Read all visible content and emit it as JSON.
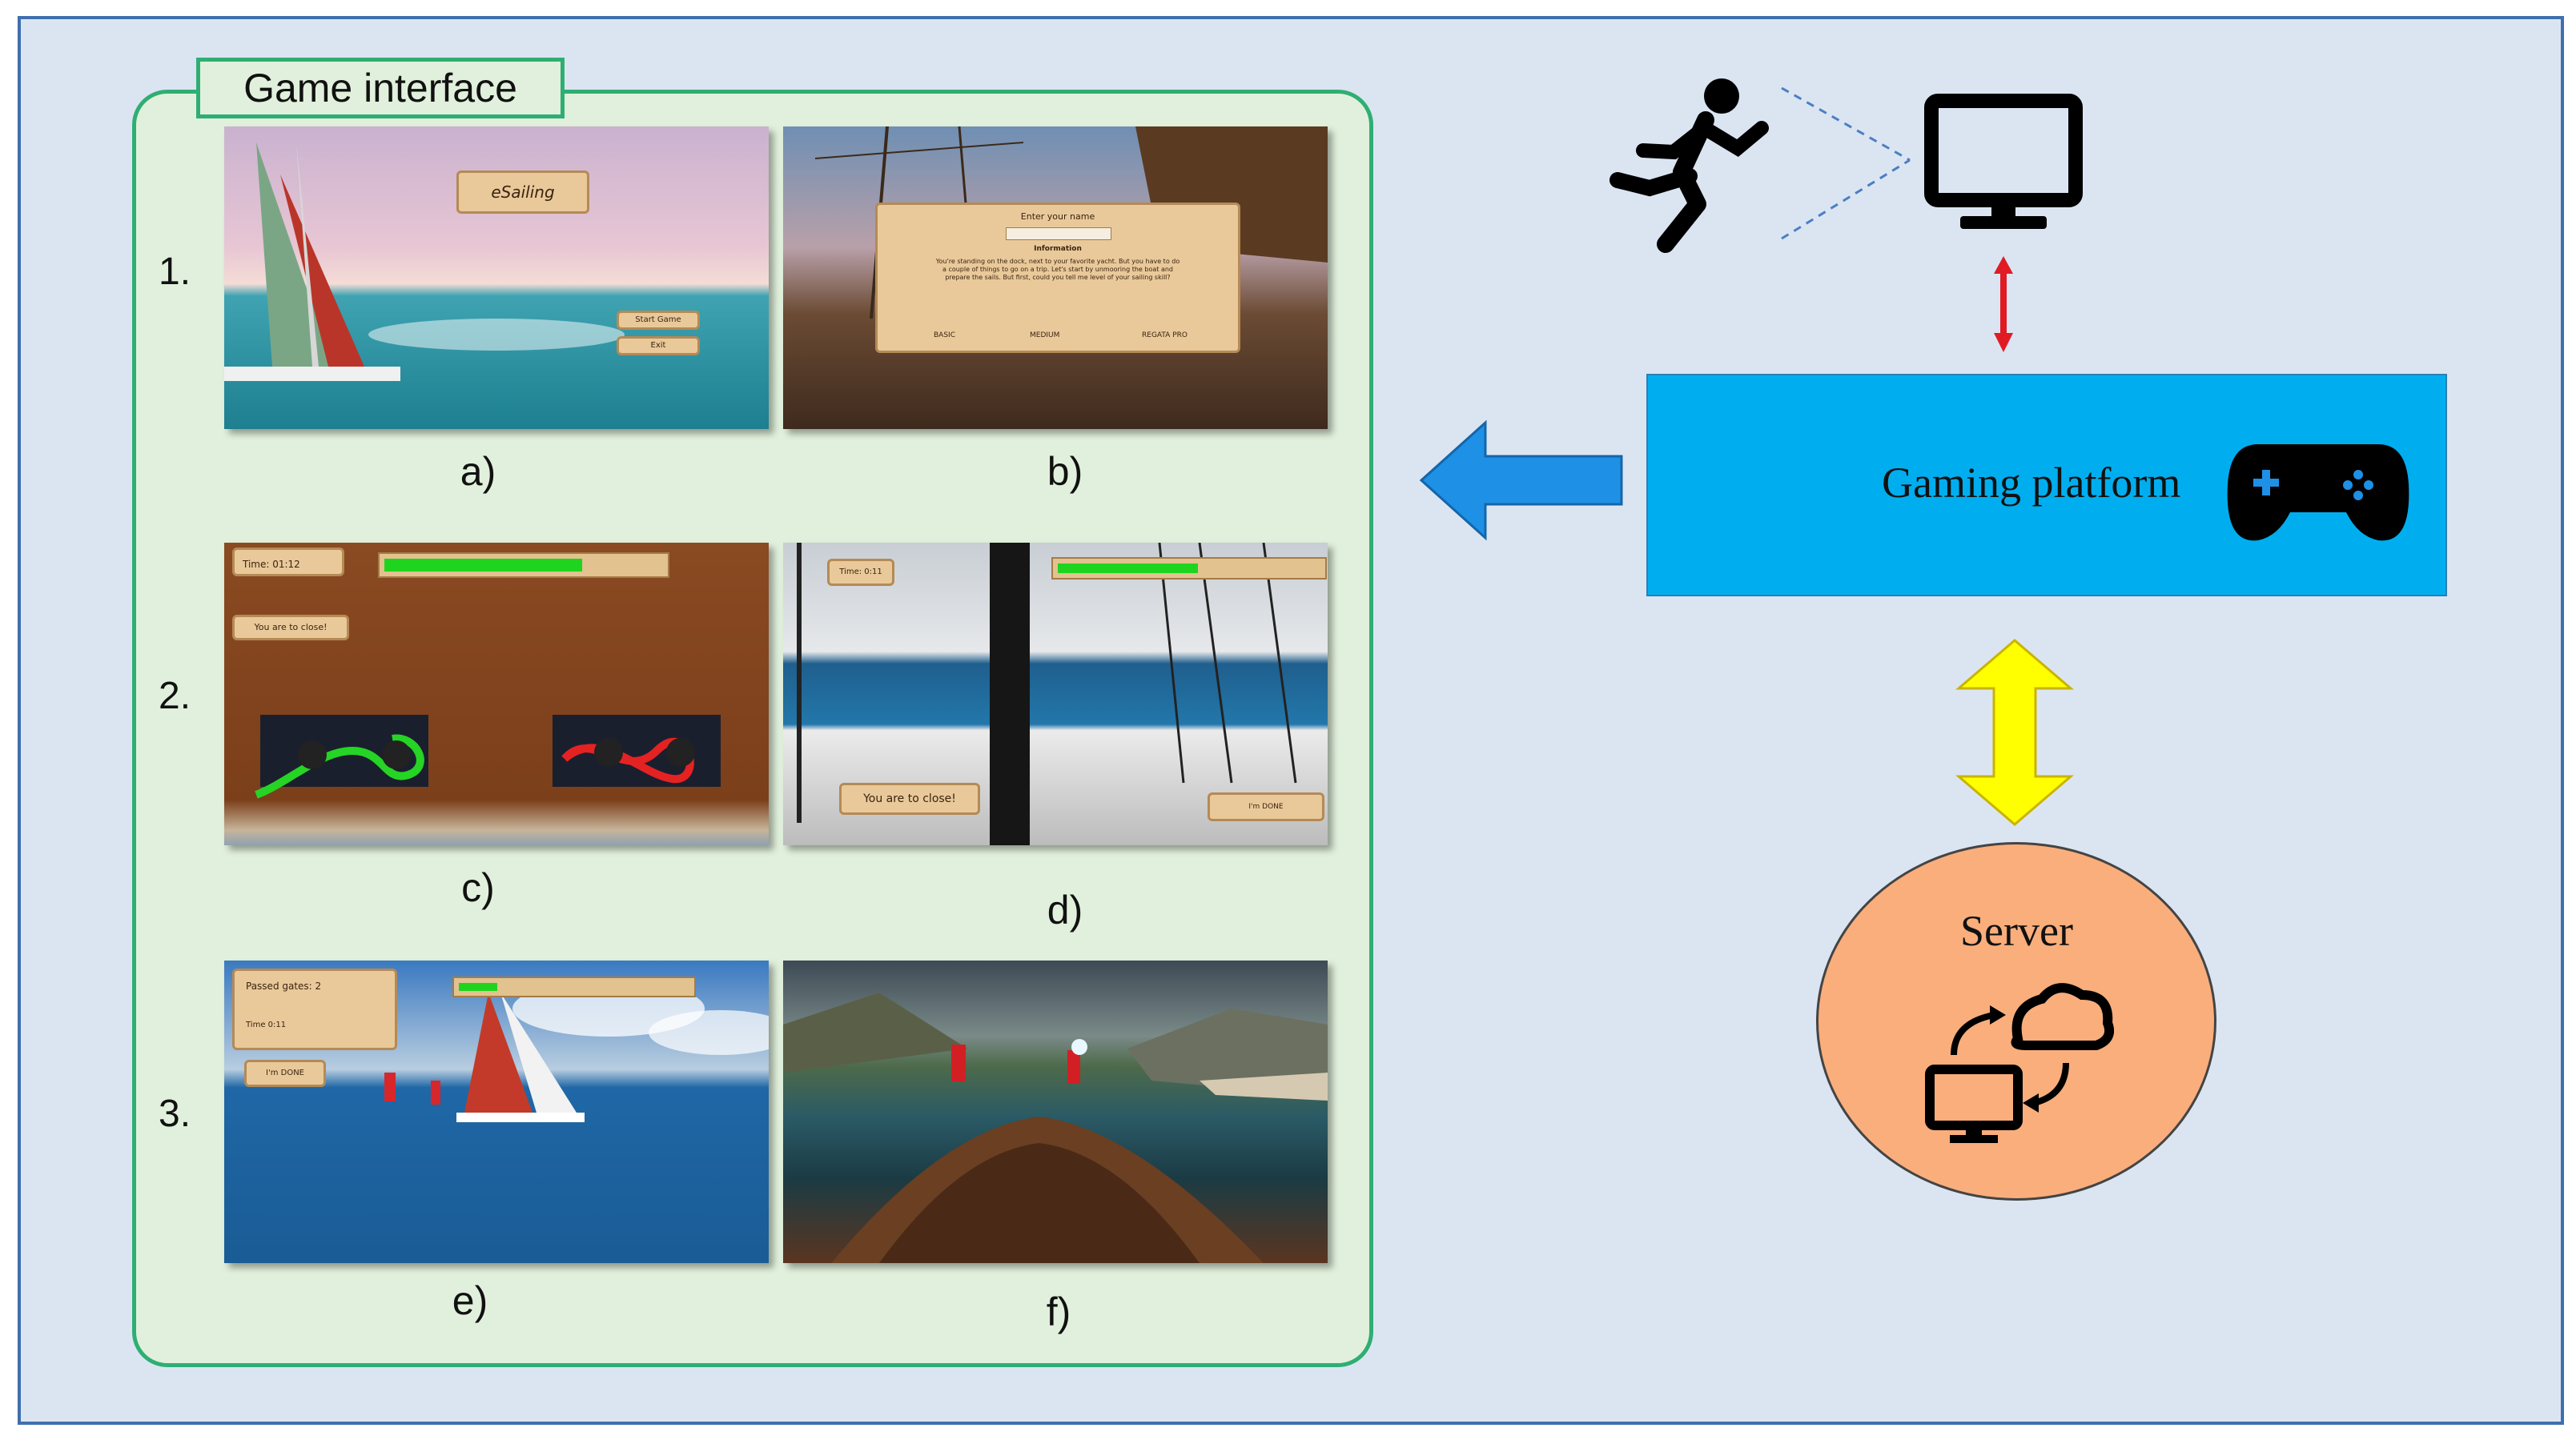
{
  "panel": {
    "title": "Game interface",
    "rows": [
      "1.",
      "2.",
      "3."
    ],
    "captions": [
      "a)",
      "b)",
      "c)",
      "d)",
      "e)",
      "f)"
    ]
  },
  "screens": {
    "a": {
      "logo": "eSailing",
      "buttons": [
        "Start Game",
        "Exit"
      ]
    },
    "b": {
      "heading": "Enter your name",
      "info_title": "Information",
      "info_text": "You're standing on the dock, next to your favorite yacht. But you have to do a couple of things to go on a trip. Let's start by unmooring the boat and prepare the sails. But first, could you tell me level of your sailing skill?",
      "levels": [
        "BASIC",
        "MEDIUM",
        "REGATA PRO"
      ]
    },
    "c": {
      "time": "Time: 01:12",
      "status": "You are to close!",
      "progress": 0.72
    },
    "d": {
      "time": "Time: 0:11",
      "status": "You are to close!",
      "done": "I'm DONE",
      "progress": 0.55
    },
    "e": {
      "gates": "Passed gates: 2",
      "time": "Time 0:11",
      "done": "I'm DONE",
      "progress": 0.2
    }
  },
  "diagram": {
    "platform_label": "Gaming platform",
    "server_label": "Server",
    "icons": [
      "running-person-icon",
      "monitor-icon",
      "gamepad-icon",
      "cloud-sync-icon"
    ],
    "colors": {
      "background": "#dbe5f2",
      "panel": "#e1f0dc",
      "panel_border": "#2fae73",
      "platform": "#00aeef",
      "server": "#f9ae7c",
      "arrow_left": "#1e90e6",
      "arrow_platform_monitor": "#e01b24",
      "arrow_platform_server": "#ffff00"
    }
  }
}
